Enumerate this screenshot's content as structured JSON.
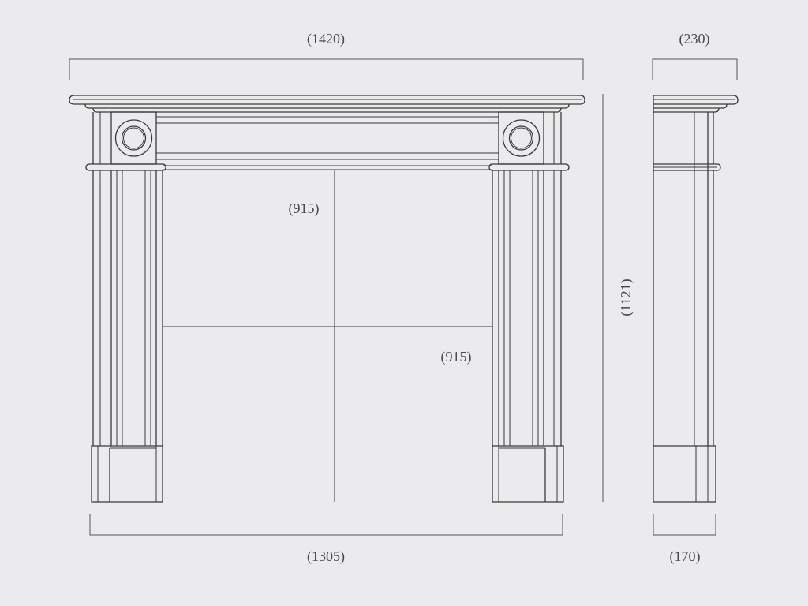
{
  "drawing": {
    "front_view": {
      "overall_width": "(1420)",
      "leg_width": "(1305)",
      "opening_height": "(915)",
      "opening_width": "(915)"
    },
    "overall_height": "(1121)",
    "side_view": {
      "shelf_depth": "(230)",
      "leg_depth": "(170)"
    },
    "colors": {
      "background": "#ebebed",
      "line": "#3a3a3a",
      "text": "#4a4a4a"
    }
  }
}
